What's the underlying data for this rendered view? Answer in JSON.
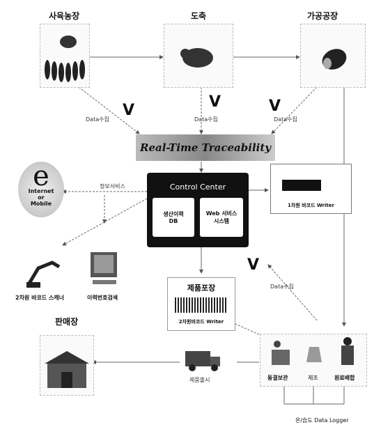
{
  "top": {
    "farm": "사육농장",
    "slaughter": "도축",
    "factory": "가공공장"
  },
  "data_collect": "Data수집",
  "v_mark": "V",
  "banner": "Real-Time Traceability",
  "control": {
    "title": "Control Center",
    "db": "생산이력\nDB",
    "web": "Web 서비스\n시스템"
  },
  "info_service": "정보서비스",
  "internet": {
    "letter": "e",
    "text": "Internet\nor\nMobile"
  },
  "writer1": "1차원 바코드 Writer",
  "scanner": "2차원 바코드 스캐너",
  "search": "이력번호검색",
  "store": "판매장",
  "pack": {
    "title": "제품포장",
    "writer": "2차원바코드 Writer"
  },
  "shipping": "제품출시",
  "process": {
    "cold": "동결보관",
    "make": "제조",
    "mix": "원료배합"
  },
  "logger": "온/습도 Data Logger"
}
